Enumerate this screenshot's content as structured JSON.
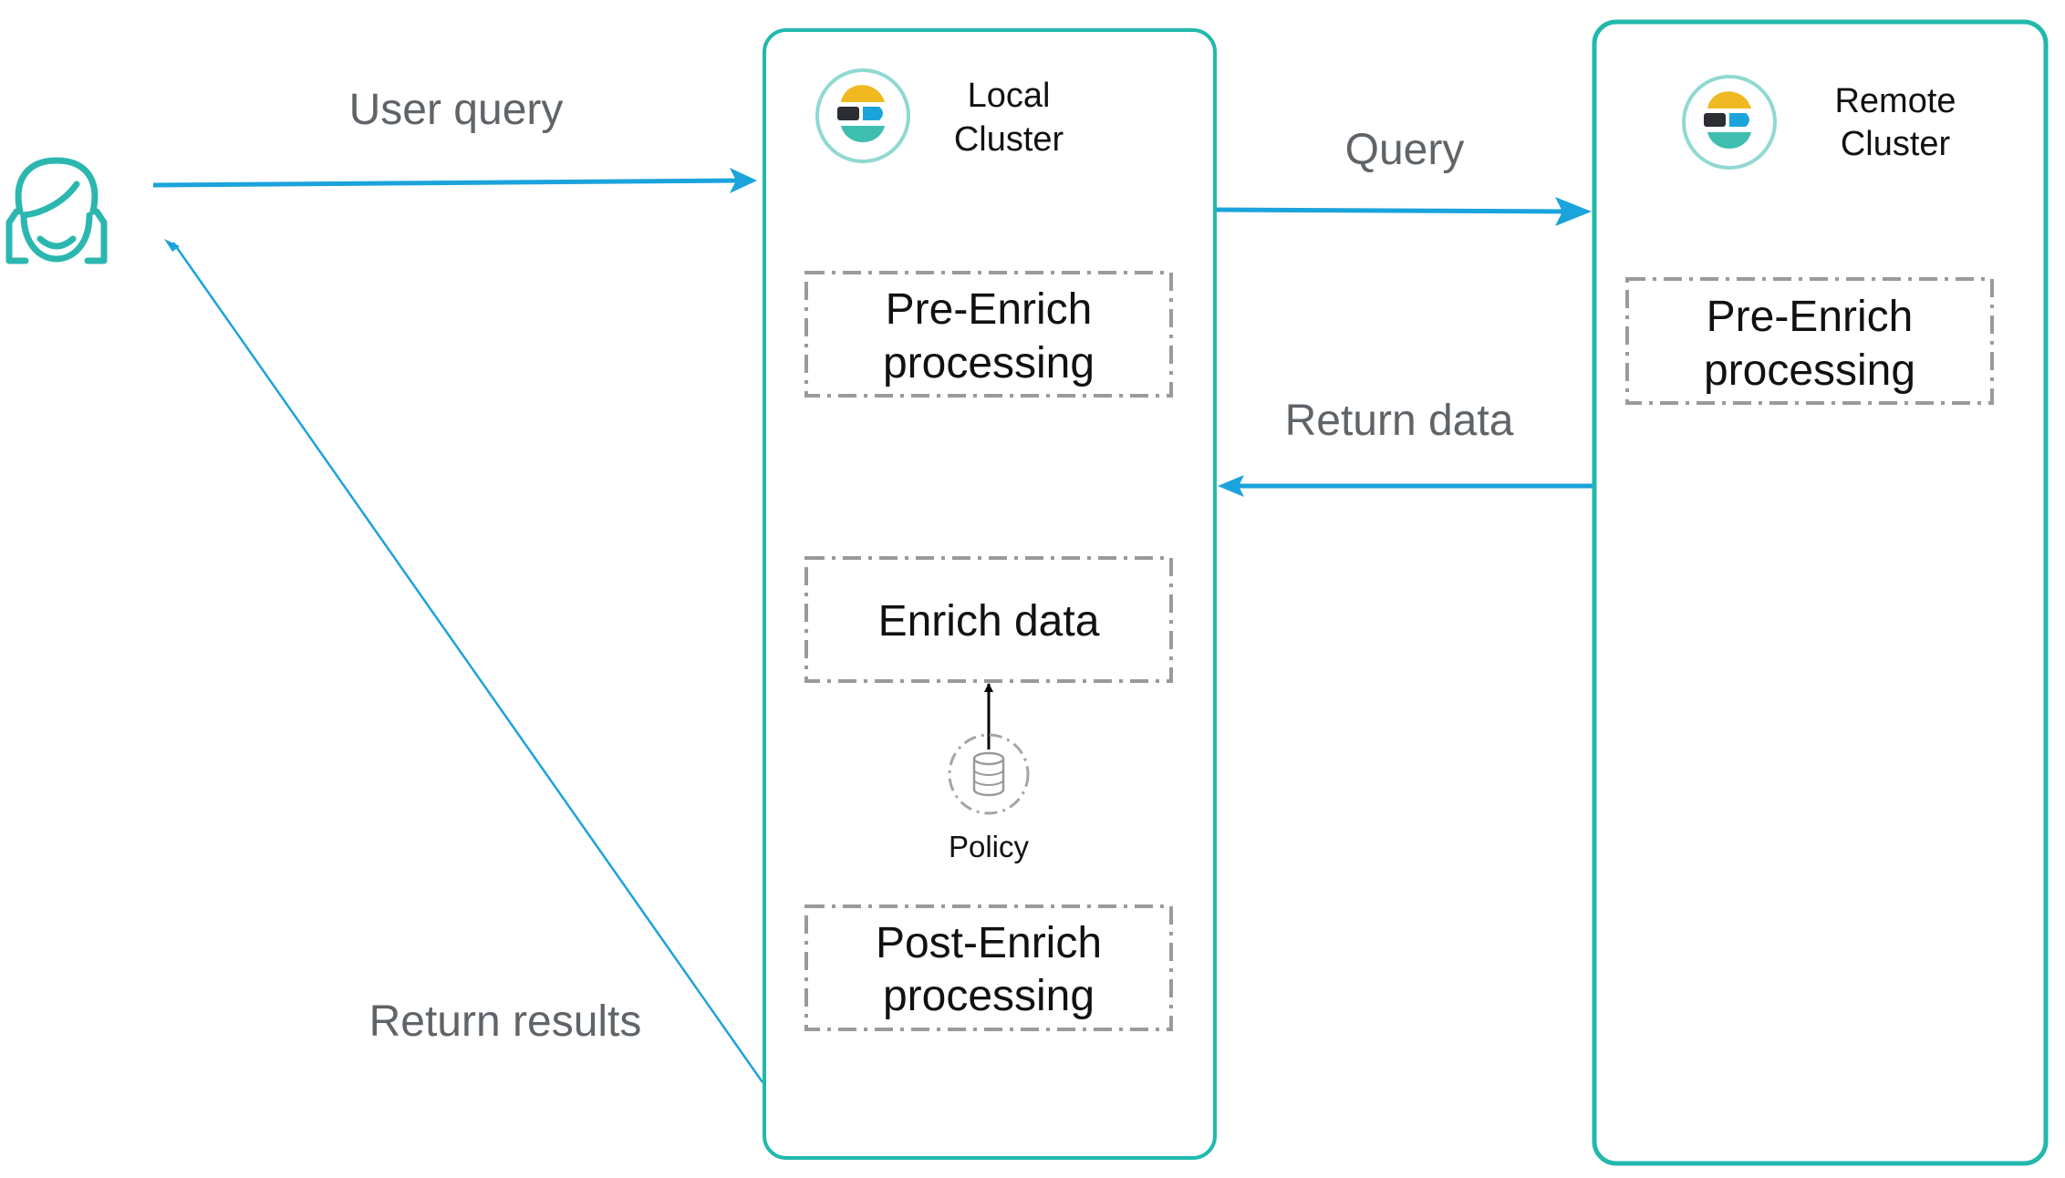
{
  "labels": {
    "user_query": "User query",
    "return_results": "Return results",
    "query": "Query",
    "return_data": "Return data"
  },
  "local_cluster": {
    "title_line1": "Local",
    "title_line2": "Cluster",
    "pre_enrich_line1": "Pre-Enrich",
    "pre_enrich_line2": "processing",
    "enrich": "Enrich data",
    "policy": "Policy",
    "post_enrich_line1": "Post-Enrich",
    "post_enrich_line2": "processing"
  },
  "remote_cluster": {
    "title_line1": "Remote",
    "title_line2": "Cluster",
    "pre_enrich_line1": "Pre-Enrich",
    "pre_enrich_line2": "processing"
  },
  "icons": {
    "user": "user-face-icon",
    "cluster_logo": "elastic-logo-icon",
    "policy": "database-icon"
  },
  "colors": {
    "arrow": "#1ba3dc",
    "cluster_border": "#22b8ad",
    "dashed_box": "#9a9a9a",
    "logo_yellow": "#f0b922",
    "logo_dark": "#2b2f33",
    "logo_blue": "#1ba3dc",
    "logo_teal": "#3ebeb0"
  }
}
